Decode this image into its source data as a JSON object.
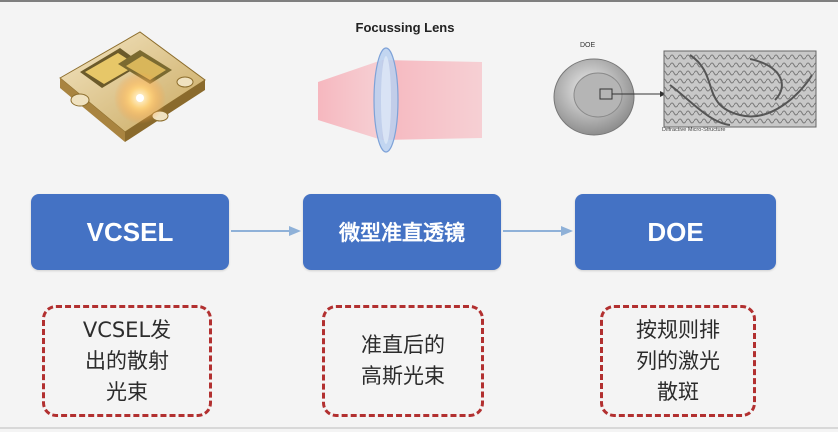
{
  "figure": {
    "lens_title": "Focussing Lens",
    "doe_label": "DOE",
    "doe_caption": "Diffractive Micro-Structure"
  },
  "stages": [
    {
      "label": "VCSEL"
    },
    {
      "label": "微型准直透镜"
    },
    {
      "label": "DOE"
    }
  ],
  "notes": [
    {
      "lines": [
        "VCSEL发",
        "出的散射",
        "光束"
      ]
    },
    {
      "lines": [
        "准直后的",
        "高斯光束"
      ]
    },
    {
      "lines": [
        "按规则排",
        "列的激光",
        "散斑"
      ]
    }
  ],
  "colors": {
    "box_fill": "#4472c4",
    "arrow": "#8fb1d8",
    "dashed_border": "#b23030",
    "beam": "#f08a96",
    "lens": "#a9c4ea"
  }
}
